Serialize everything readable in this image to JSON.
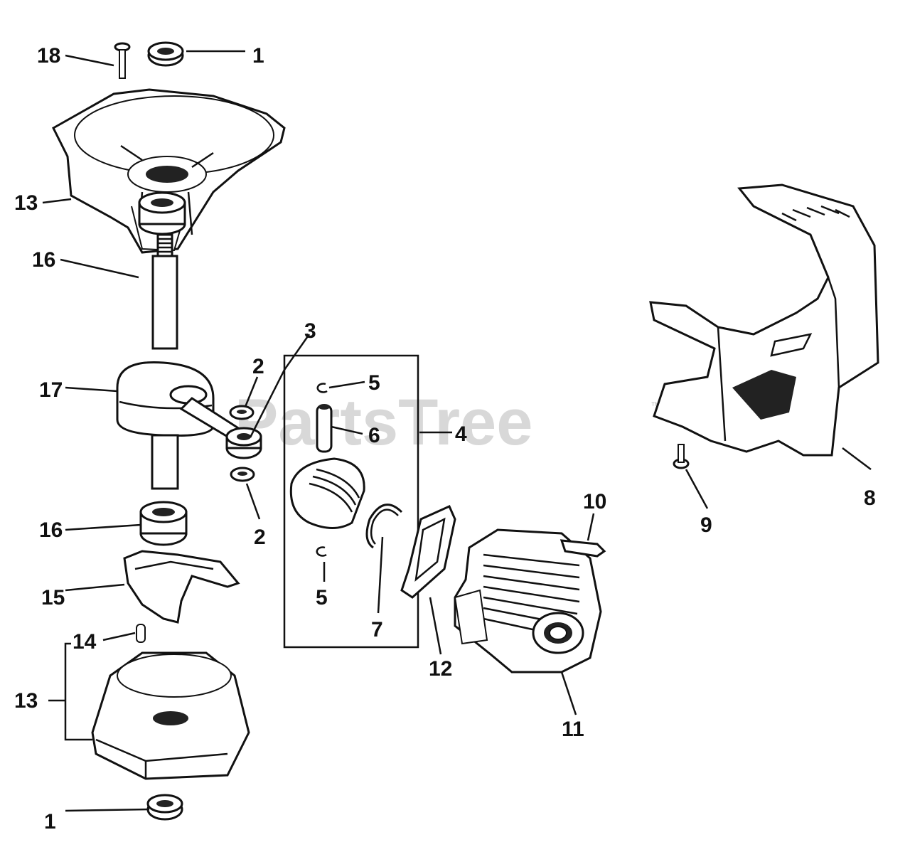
{
  "watermark": {
    "text": "PartsTree",
    "tm": "™"
  },
  "callouts": {
    "c18": "18",
    "c1_top": "1",
    "c13_top": "13",
    "c16_top": "16",
    "c17": "17",
    "c3": "3",
    "c2_upper": "2",
    "c2_lower": "2",
    "c5_upper": "5",
    "c6": "6",
    "c4": "4",
    "c5_lower": "5",
    "c7": "7",
    "c12": "12",
    "c10": "10",
    "c11": "11",
    "c8": "8",
    "c9": "9",
    "c16_bottom": "16",
    "c15": "15",
    "c14": "14",
    "c13_bottom": "13",
    "c1_bottom": "1"
  }
}
